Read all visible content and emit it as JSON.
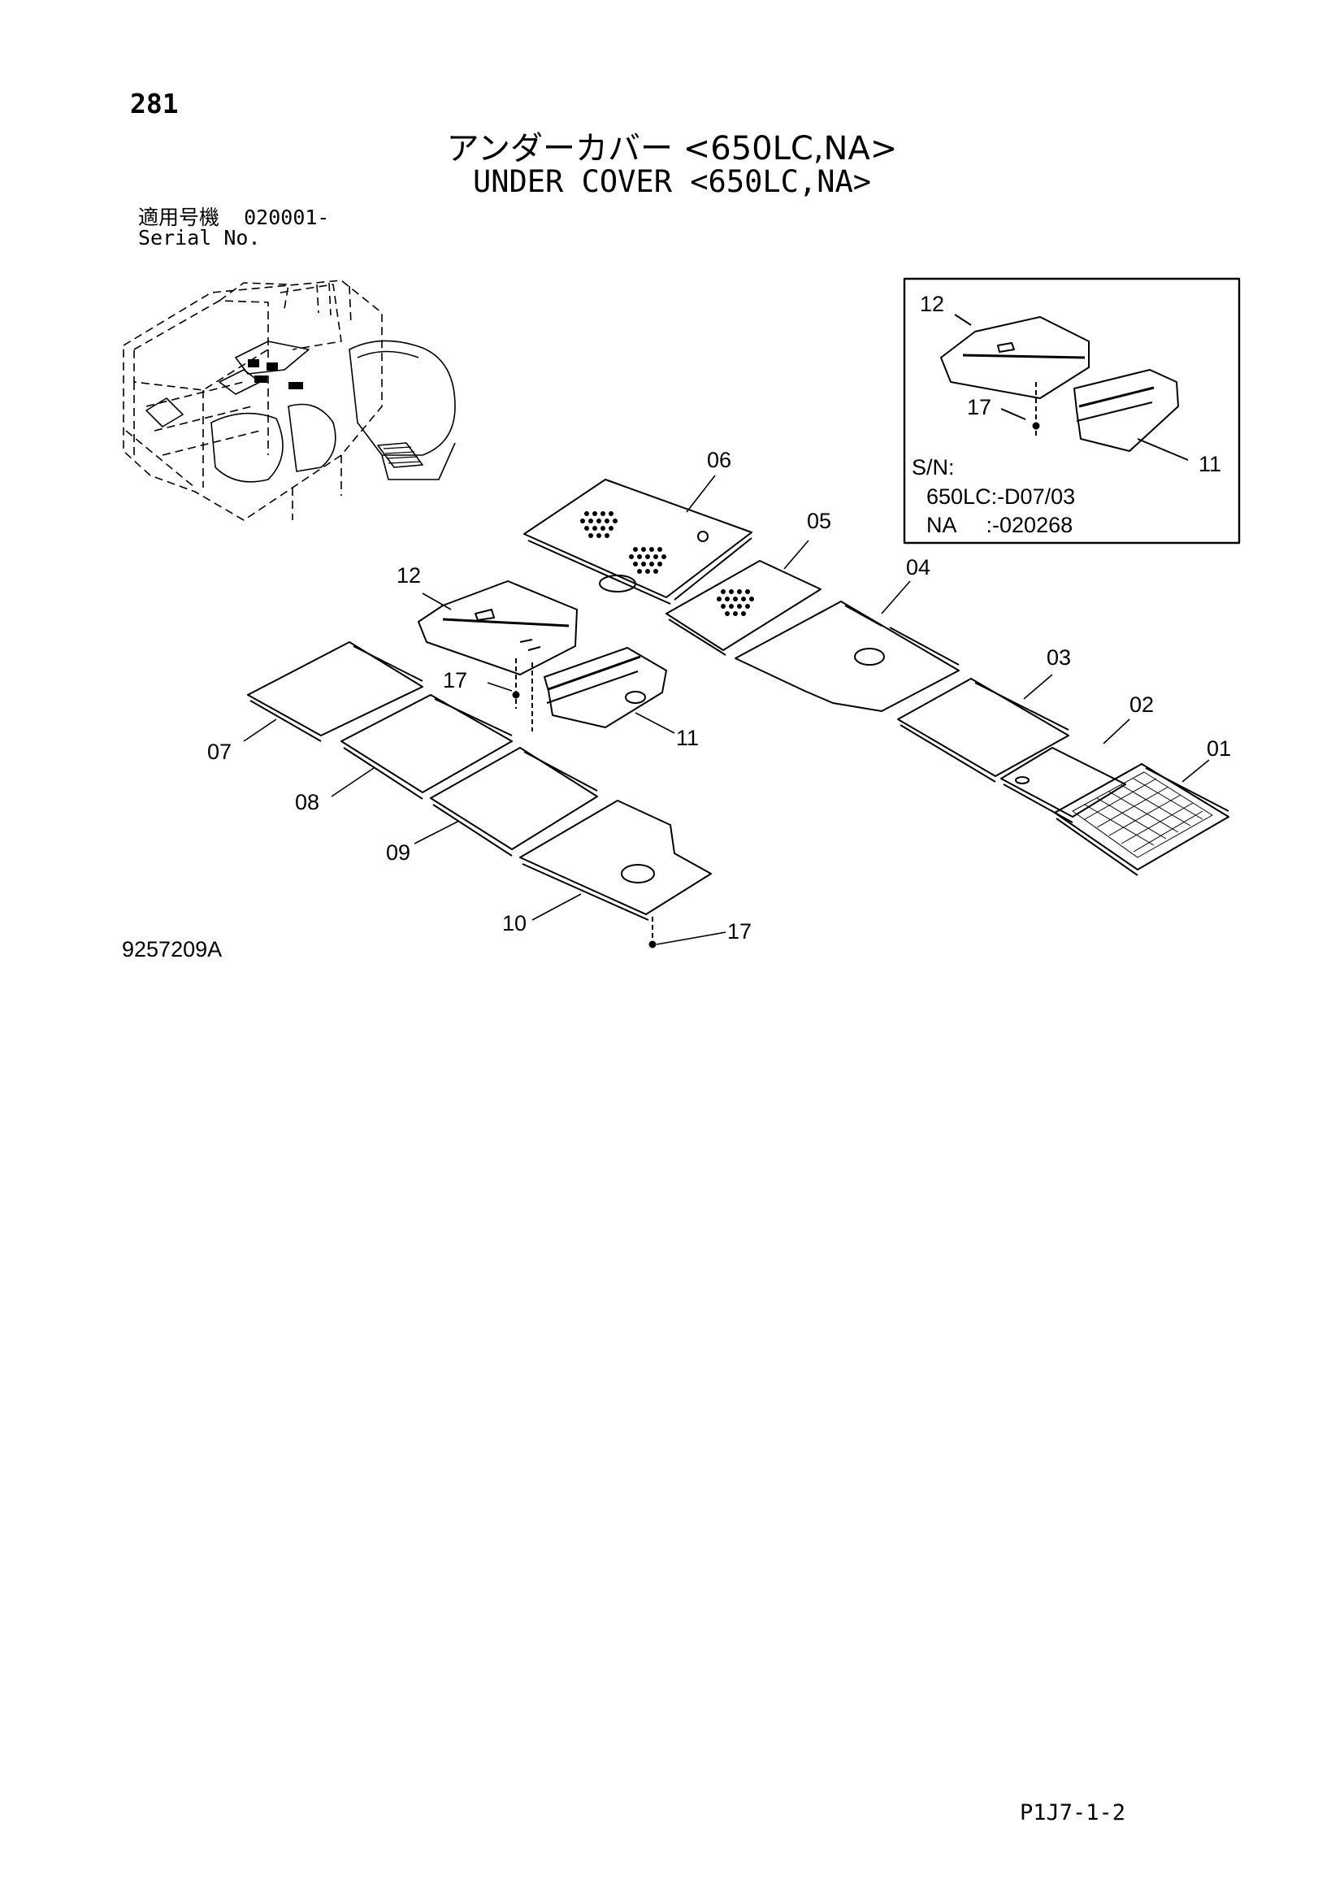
{
  "page": {
    "number": "281",
    "code": "P1J7-1-2"
  },
  "title": {
    "jp": "アンダーカバー <650LC,NA>",
    "en": "UNDER COVER <650LC,NA>"
  },
  "serial": {
    "jp_label": "適用号機",
    "range": "020001-",
    "en_label": "Serial No."
  },
  "figure_code": "9257209A",
  "inset": {
    "sn_label": "S/N:",
    "line1": "650LC:-D07/03",
    "line2": "NA     :-020268",
    "callouts": {
      "c12": "12",
      "c17": "17",
      "c11": "11"
    }
  },
  "callouts": {
    "p01": "01",
    "p02": "02",
    "p03": "03",
    "p04": "04",
    "p05": "05",
    "p06": "06",
    "p07": "07",
    "p08": "08",
    "p09": "09",
    "p10": "10",
    "p11": "11",
    "p12": "12",
    "p17a": "17",
    "p17b": "17"
  }
}
